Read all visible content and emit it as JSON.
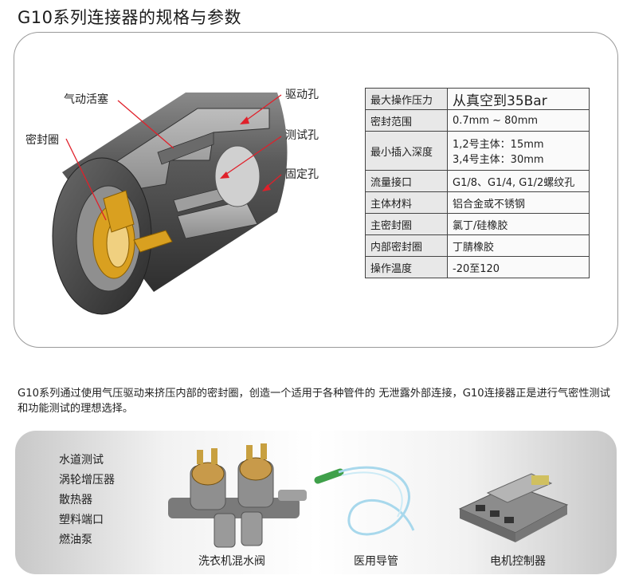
{
  "title": "G10系列连接器的规格与参数",
  "callouts": {
    "piston": "气动活塞",
    "seal": "密封圈",
    "drive_port": "驱动孔",
    "test_port": "测试孔",
    "fix_port": "固定孔"
  },
  "specs": [
    {
      "key": "最大操作压力",
      "value": "从真空到35Bar"
    },
    {
      "key": "密封范围",
      "value": "0.7mm ~ 80mm"
    },
    {
      "key": "最小插入深度",
      "value": "1,2号主体：15mm",
      "value2": "3,4号主体：30mm"
    },
    {
      "key": "流量接口",
      "value": "G1/8、G1/4, G1/2螺纹孔"
    },
    {
      "key": "主体材料",
      "value": "铝合金或不锈钢"
    },
    {
      "key": "主密封圈",
      "value": "氯丁/硅橡胶"
    },
    {
      "key": "内部密封圈",
      "value": "丁腈橡胶"
    },
    {
      "key": "操作温度",
      "value": "-20至120"
    }
  ],
  "description": "G10系列通过使用气压驱动来挤压内部的密封圈，创造一个适用于各种管件的 无泄露外部连接，G10连接器正是进行气密性测试和功能测试的理想选择。",
  "applications": [
    "水道测试",
    "涡轮增压器",
    "散热器",
    "塑料端口",
    "燃油泵"
  ],
  "products": [
    "洗衣机混水阀",
    "医用导管",
    "电机控制器"
  ],
  "colors": {
    "callout_line": "#e0202a",
    "seal": "#d9a020",
    "body_dark": "#4a4a4a"
  }
}
